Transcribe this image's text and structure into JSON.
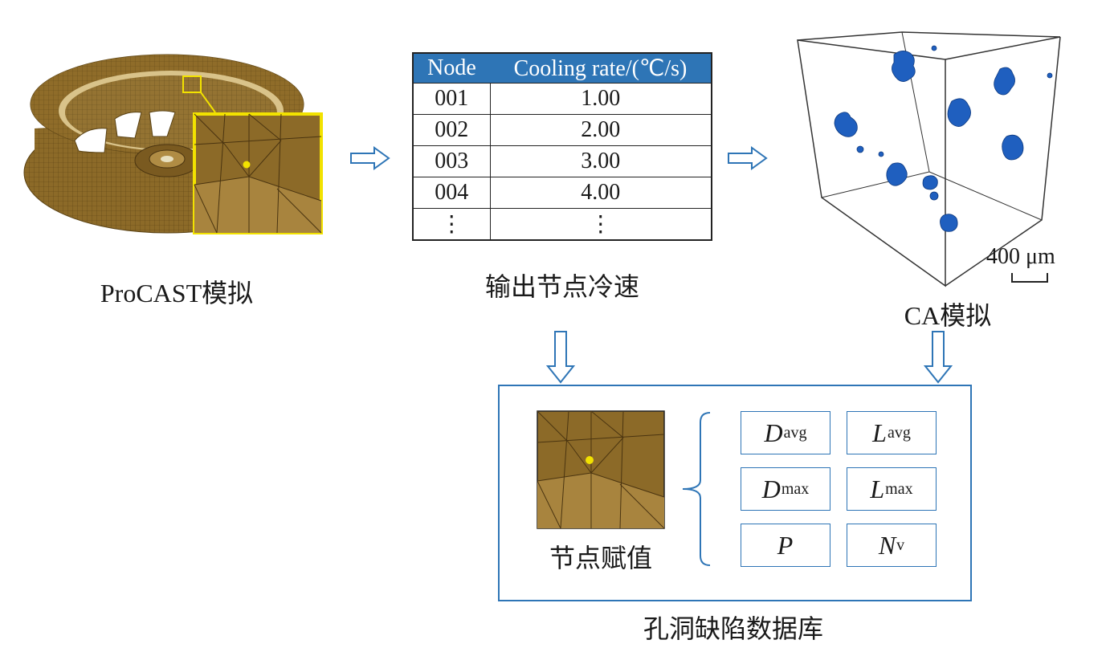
{
  "stages": {
    "procast_caption": "ProCAST模拟",
    "output_caption": "输出节点冷速",
    "ca_caption": "CA模拟",
    "assign_caption": "节点赋值",
    "database_caption": "孔洞缺陷数据库"
  },
  "cooling_table": {
    "headers": [
      "Node",
      "Cooling rate/(℃/s)"
    ],
    "rows": [
      [
        "001",
        "1.00"
      ],
      [
        "002",
        "2.00"
      ],
      [
        "003",
        "3.00"
      ],
      [
        "004",
        "4.00"
      ],
      [
        "⋮",
        "⋮"
      ]
    ]
  },
  "scale_bar": {
    "label": "400 μm"
  },
  "metrics": [
    {
      "symbol": "D",
      "sub": "avg"
    },
    {
      "symbol": "L",
      "sub": "avg"
    },
    {
      "symbol": "D",
      "sub": "max"
    },
    {
      "symbol": "L",
      "sub": "max"
    },
    {
      "symbol": "P",
      "sub": ""
    },
    {
      "symbol": "N",
      "sub": "v"
    }
  ],
  "colors": {
    "accent": "#2e75b6",
    "mesh": "#8c6a28",
    "highlight": "#f2e200",
    "pore": "#1f5fbf"
  }
}
